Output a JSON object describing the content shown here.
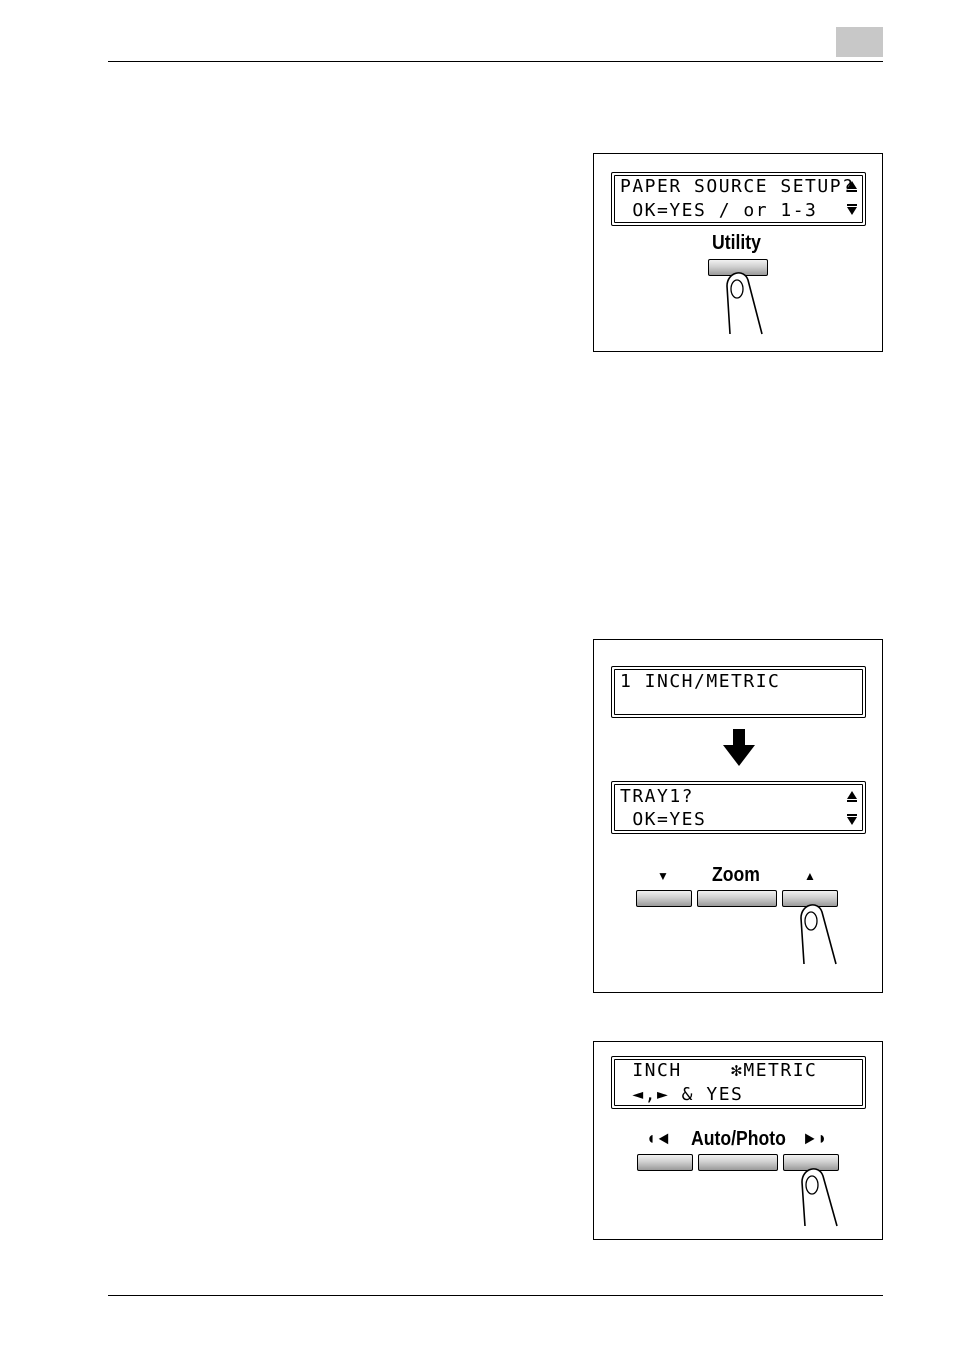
{
  "page": {
    "tab_color": "#c8c8c8"
  },
  "figure1": {
    "lcd_line1": "PAPER SOURCE SETUP?",
    "lcd_line2": " OK=YES / or 1-3",
    "button_label": "Utility"
  },
  "figure2": {
    "lcd_top_line1": "1 INCH/METRIC",
    "lcd_bottom_line1": "TRAY1?",
    "lcd_bottom_line2": " OK=YES",
    "down_key_symbol": "▼",
    "zoom_label": "Zoom",
    "up_key_symbol": "▲"
  },
  "figure3": {
    "lcd_line1": " INCH    ✻METRIC",
    "lcd_line2": " ◄,► & YES",
    "left_symbol": "◖◄",
    "auto_photo_label": "Auto/Photo",
    "right_symbol": "►◗"
  }
}
